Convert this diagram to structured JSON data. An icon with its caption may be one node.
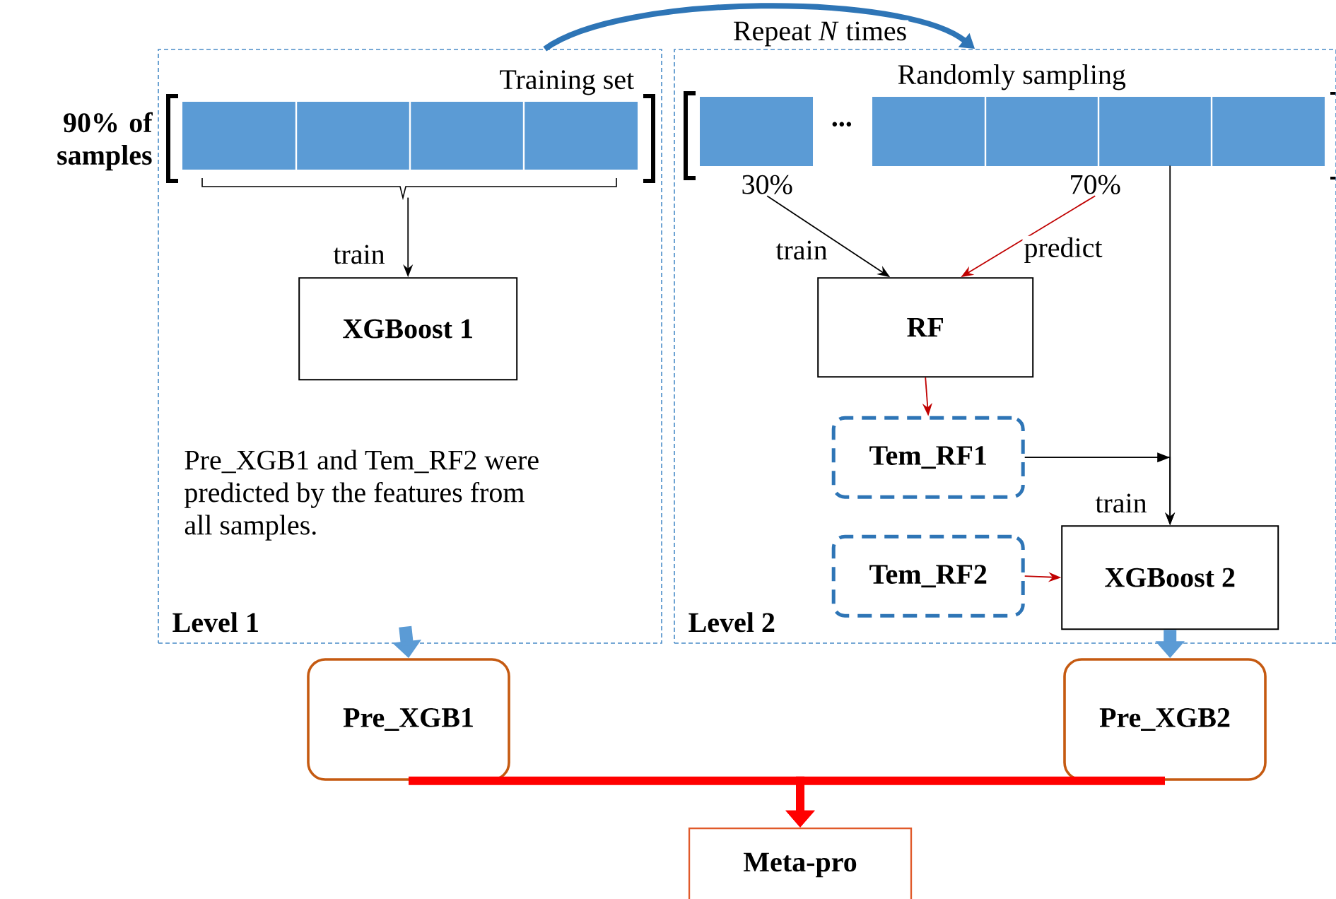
{
  "diagram": {
    "nodes": [
      {
        "text": [
          "Level 1"
        ]
      },
      {
        "text": [
          "Level 2"
        ]
      },
      {
        "text": [
          "Training set"
        ],
        "in": 0
      },
      {
        "text": [
          "XGBoost 1"
        ],
        "in": 0
      },
      {
        "text": [
          "Randomly sampling"
        ],
        "beside": [
          "..."
        ],
        "in": 1
      },
      {
        "text": [
          "30%"
        ],
        "in": 1
      },
      {
        "text": [
          "70%"
        ],
        "in": 1
      },
      {
        "text": [
          "RF"
        ],
        "in": 1
      },
      {
        "text": [
          "Tem_RF1"
        ],
        "in": 1
      },
      {
        "text": [
          "Tem_RF2"
        ],
        "in": 1
      },
      {
        "text": [
          "XGBoost 2"
        ],
        "in": 1
      },
      {
        "text": [
          "Pre_XGB1"
        ]
      },
      {
        "text": [
          "Pre_XGB2"
        ]
      },
      {
        "text": [
          "Meta-pro"
        ]
      }
    ],
    "edges": [
      {
        "from": 0,
        "to": 1,
        "arrow": "to",
        "label": "Repeat *N* times",
        "style": "thick",
        "color": "#2e75b6"
      },
      {
        "from": 2,
        "to": 3,
        "arrow": "to",
        "label": "train"
      },
      {
        "from": 5,
        "to": 7,
        "arrow": "to",
        "label": "train"
      },
      {
        "from": 6,
        "to": 7,
        "arrow": "to",
        "label": "predict",
        "color": "#c00000"
      },
      {
        "from": 4,
        "to": 10,
        "arrow": "to",
        "label": "train"
      },
      {
        "from": 8,
        "to": 10,
        "arrow": "to"
      },
      {
        "from": 7,
        "to": 8,
        "arrow": "to",
        "color": "#c00000"
      },
      {
        "from": 9,
        "to": 10,
        "arrow": "to",
        "color": "#c00000"
      },
      {
        "from": 0,
        "to": 11,
        "arrow": "to",
        "style": "thick",
        "color": "#5b9bd5"
      },
      {
        "from": 10,
        "to": 12,
        "arrow": "to",
        "style": "thick",
        "color": "#5b9bd5"
      },
      {
        "from": 11,
        "to": 13,
        "arrow": "to",
        "style": "thick",
        "color": "#ff0000"
      },
      {
        "from": 12,
        "to": 13,
        "arrow": "to",
        "style": "thick",
        "color": "#ff0000"
      }
    ],
    "labels": [
      "90% of samples",
      "Pre_XGB1 and Tem_RF2 were predicted by the features from all samples."
    ]
  }
}
